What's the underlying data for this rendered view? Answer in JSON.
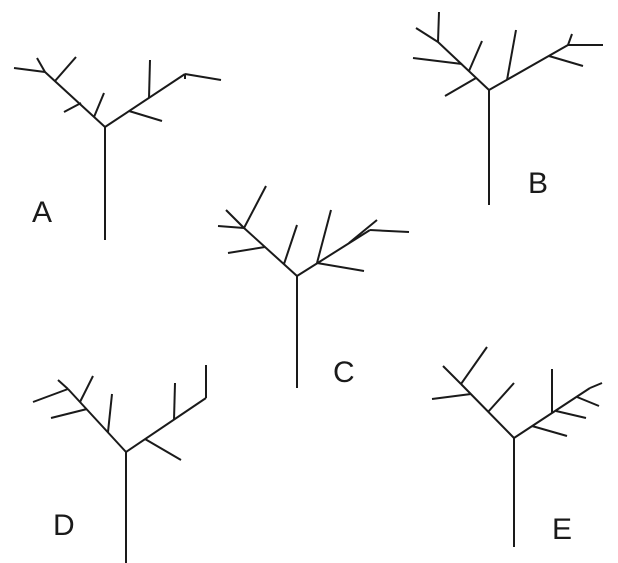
{
  "trees": [
    {
      "id": "A",
      "label": "A"
    },
    {
      "id": "B",
      "label": "B"
    },
    {
      "id": "C",
      "label": "C"
    },
    {
      "id": "D",
      "label": "D"
    },
    {
      "id": "E",
      "label": "E"
    }
  ],
  "colors": {
    "line": "#1a1a1a",
    "background": "#ffffff"
  }
}
